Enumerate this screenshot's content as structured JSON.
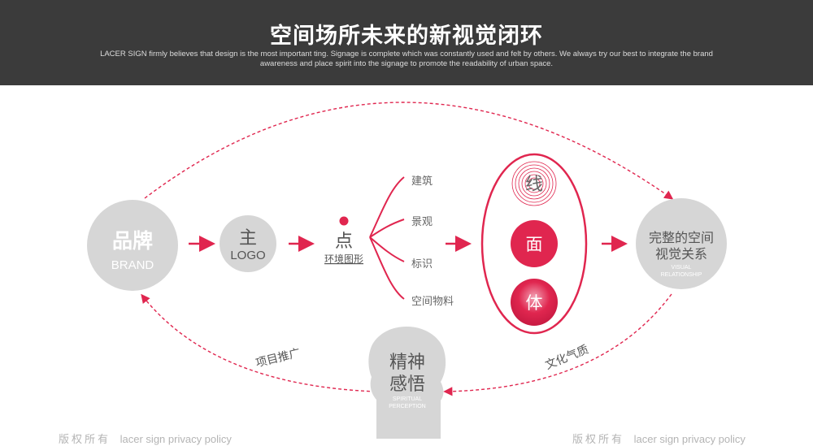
{
  "header": {
    "title": "空间场所未来的新视觉闭环",
    "subtitle": "LACER SIGN firmly believes that design is the most important ting. Signage is complete which was constantly used and felt by others. We always try our best to integrate the brand awareness and place spirit into the signage to promote the readability of urban space."
  },
  "nodes": {
    "brand": {
      "cn": "品牌",
      "en": "BRAND"
    },
    "logo": {
      "cn": "主",
      "en": "LOGO"
    },
    "point": {
      "cn": "点",
      "sub": "环境图形"
    },
    "branches": [
      "建筑",
      "景观",
      "标识",
      "空间物料"
    ],
    "line": "线",
    "face": "面",
    "body": "体",
    "visual": {
      "cn1": "完整的空间",
      "cn2": "视觉关系",
      "en1": "VISUAL",
      "en2": "RELATIONSHIP"
    },
    "perception": {
      "cn1": "精神",
      "cn2": "感悟",
      "en1": "SPIRITUAL",
      "en2": "PERCEPTION"
    }
  },
  "loop_labels": {
    "left": "项目推广",
    "right": "文化气质"
  },
  "footer": {
    "cn": "版权所有",
    "en": "lacer sign privacy policy"
  },
  "colors": {
    "accent": "#e0264f",
    "gray": "#d6d6d6",
    "header": "#3b3b3b"
  }
}
